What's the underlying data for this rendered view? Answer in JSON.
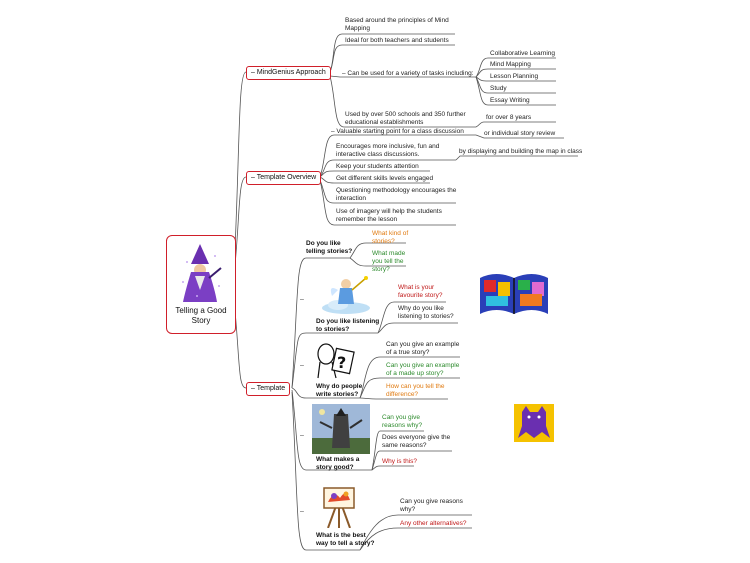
{
  "root": {
    "label": "Telling a Good Story"
  },
  "branches": {
    "mindgenius": {
      "label": "MindGenius Approach",
      "items": [
        "Based around the principles of Mind Mapping",
        "Ideal for both teachers and students",
        "Can be used for a variety of tasks including:",
        "Used by over 500 schools and 350 further educational establishments"
      ],
      "tasks": [
        "Collaborative Learning",
        "Mind Mapping",
        "Lesson Planning",
        "Study",
        "Essay Writing"
      ],
      "years": "for over 8 years"
    },
    "overview": {
      "label": "Template Overview",
      "items": [
        "Valuable starting point for a class discussion",
        "Encourages more inclusive, fun and interactive class discussions.",
        "Keep your students attention",
        "Get different skills levels engaged",
        "Questioning methodology encourages the interaction",
        "Use of imagery will help the students remember the lesson"
      ],
      "review": "or individual story review",
      "displaying": "by displaying and building the map in class"
    },
    "template": {
      "label": "Template",
      "q1": {
        "title": "Do you like telling stories?",
        "subs": [
          "What kind of stories?",
          "What made you tell the story?"
        ]
      },
      "q2": {
        "title": "Do you like listening to stories?",
        "subs": [
          "What is your favourite story?",
          "Why do you like listening to stories?"
        ]
      },
      "q3": {
        "title": "Why do people write stories?",
        "subs": [
          "Can you give an example of a true story?",
          "Can you give an example of a made up story?",
          "How can you tell the difference?"
        ]
      },
      "q4": {
        "title": "What makes a story good?",
        "subs": [
          "Can you give reasons why?",
          "Does everyone give the same reasons?",
          "Why is this?"
        ]
      },
      "q5": {
        "title": "What is the best way to tell a story?",
        "subs": [
          "Can you give reasons why?",
          "Any other alternatives?"
        ]
      }
    }
  },
  "colors": {
    "branch_border": "#d01f2a",
    "line": "#555555",
    "orange": "#e07a10",
    "green": "#2c8a2c",
    "red": "#c01818"
  },
  "icons": [
    "wizard-image",
    "fairy-image",
    "thinker-question-image",
    "castle-wizard-image",
    "easel-image",
    "storybook-image",
    "cat-image"
  ]
}
